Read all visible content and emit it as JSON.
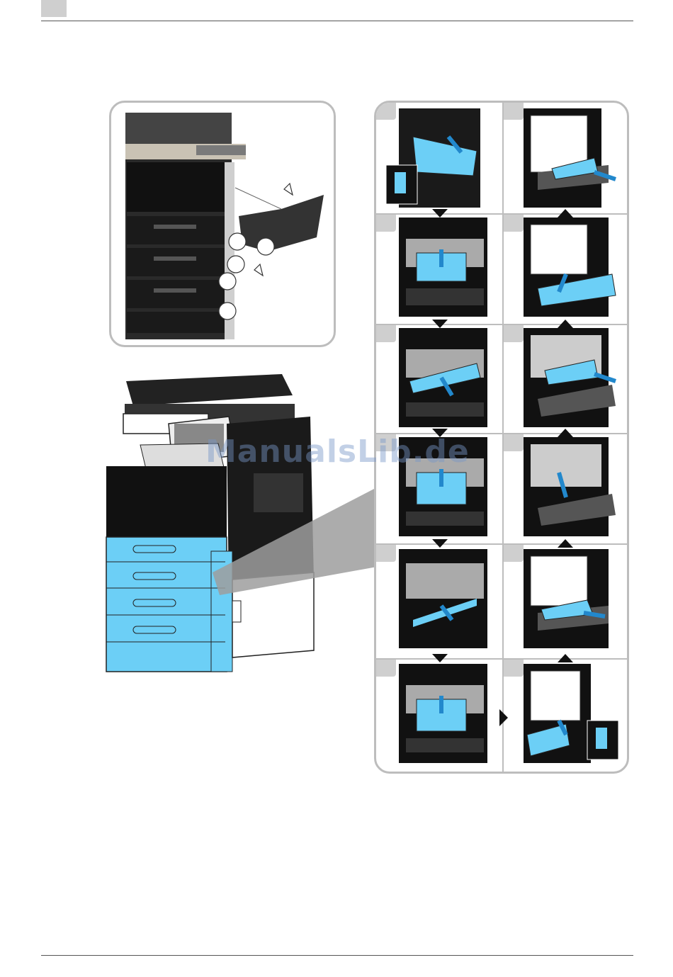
{
  "watermark": {
    "text": "ManualsLib.de"
  },
  "colors": {
    "highlight": "#6ccff6",
    "frame": "#bdbdbd",
    "ink": "#111111"
  },
  "overview": {
    "callout_icons": [
      "circle",
      "circle",
      "circle",
      "circle",
      "circle",
      "pointer-icon",
      "pointer-icon"
    ]
  },
  "steps": [
    {
      "col": "left",
      "row": 1,
      "action": "open-door"
    },
    {
      "col": "left",
      "row": 2,
      "action": "lift-cover"
    },
    {
      "col": "left",
      "row": 3,
      "action": "push-lever"
    },
    {
      "col": "left",
      "row": 4,
      "action": "lift-cover"
    },
    {
      "col": "left",
      "row": 5,
      "action": "remove-paper"
    },
    {
      "col": "left",
      "row": 6,
      "action": "lift-cover"
    },
    {
      "col": "right",
      "row": 6,
      "action": "close-door"
    },
    {
      "col": "right",
      "row": 5,
      "action": "remove-paper"
    },
    {
      "col": "right",
      "row": 4,
      "action": "push-down"
    },
    {
      "col": "right",
      "row": 3,
      "action": "remove-paper"
    },
    {
      "col": "right",
      "row": 2,
      "action": "open-tray"
    },
    {
      "col": "right",
      "row": 1,
      "action": "remove-paper"
    }
  ]
}
